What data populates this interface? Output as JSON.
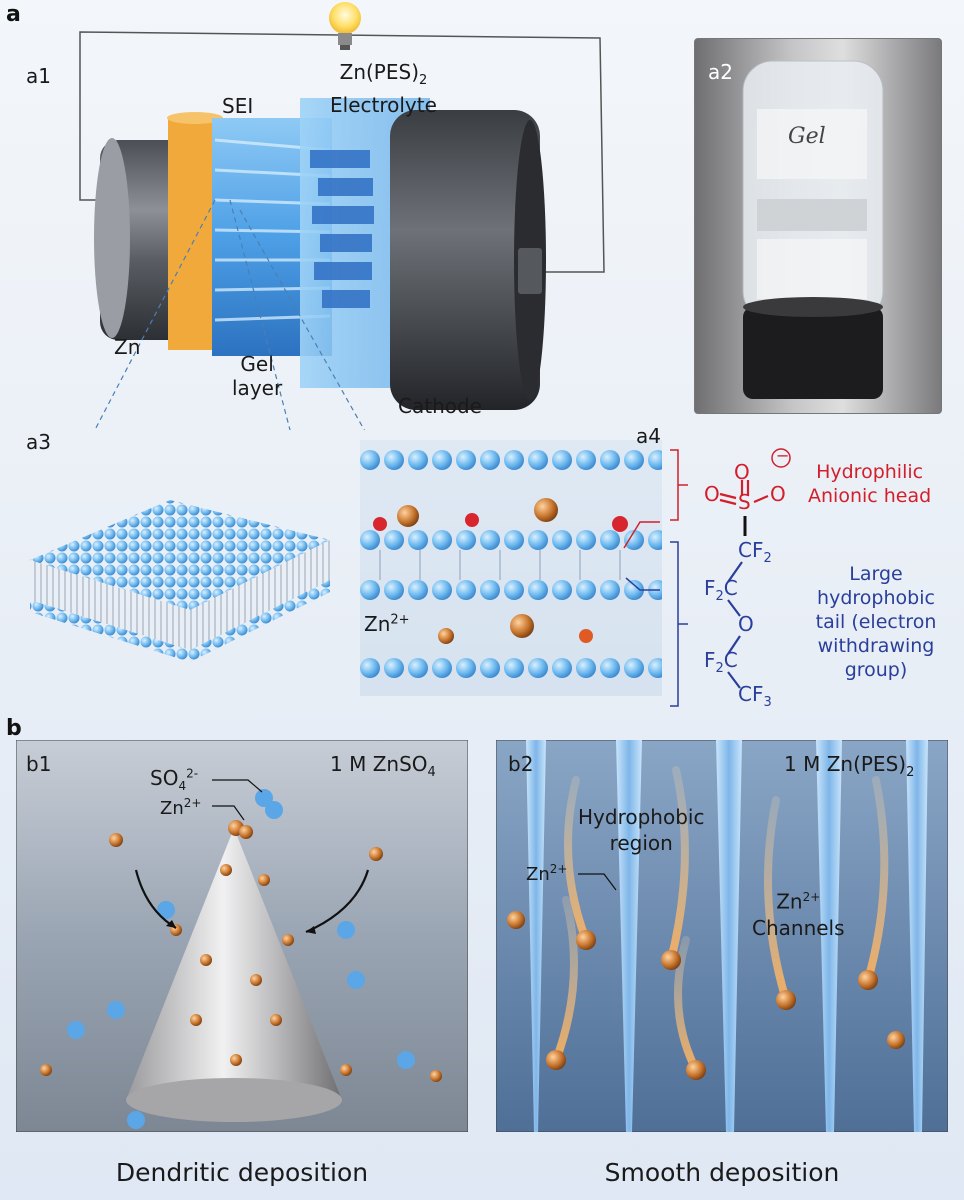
{
  "panel_a": {
    "letter": "a",
    "a1": {
      "tag": "a1",
      "electrolyte_label_main": "Zn(PES)",
      "electrolyte_label_sub": "2",
      "electrolyte_label_line2": "Electrolyte",
      "sei": "SEI",
      "zn": "Zn",
      "gel_layer_1": "Gel",
      "gel_layer_2": "layer",
      "cathode": "Cathode"
    },
    "a2": {
      "tag": "a2",
      "vial_text": "Gel"
    },
    "a3": {
      "tag": "a3"
    },
    "a4": {
      "tag": "a4",
      "zn_ion": "Zn",
      "zn_ion_sup": "2+",
      "head_label_1": "Hydrophilic",
      "head_label_2": "Anionic head",
      "tail_label_1": "Large",
      "tail_label_2": "hydrophobic",
      "tail_label_3": "tail (electron",
      "tail_label_4": "withdrawing",
      "tail_label_5": "group)",
      "atom_o": "O",
      "atom_s": "S",
      "charge": "−",
      "cf2": "CF",
      "sub2": "2",
      "f2c": "F",
      "c": "C",
      "cf3": "CF",
      "sub3": "3"
    }
  },
  "panel_b": {
    "letter": "b",
    "b1": {
      "tag": "b1",
      "condition_main": "1 M ZnSO",
      "condition_sub": "4",
      "so4_main": "SO",
      "so4_sub": "4",
      "so4_sup": "2-",
      "zn_main": "Zn",
      "zn_sup": "2+",
      "caption": "Dendritic deposition"
    },
    "b2": {
      "tag": "b2",
      "condition_main": "1 M Zn(PES)",
      "condition_sub": "2",
      "hydrophobic_1": "Hydrophobic",
      "hydrophobic_2": "region",
      "zn_main": "Zn",
      "zn_sup": "2+",
      "channels_ion_main": "Zn",
      "channels_ion_sup": "2+",
      "channels": "Channels",
      "caption": "Smooth deposition"
    }
  },
  "colors": {
    "hydrophilic": "#d21f2b",
    "hydrophobic": "#2a3f9a",
    "zn_ion": "#d2761f",
    "so4_ion": "#4f9be0",
    "sei": "#f2a93b",
    "gel_blue": "#5fb0ef"
  },
  "icons": [
    "light-bulb-icon"
  ]
}
